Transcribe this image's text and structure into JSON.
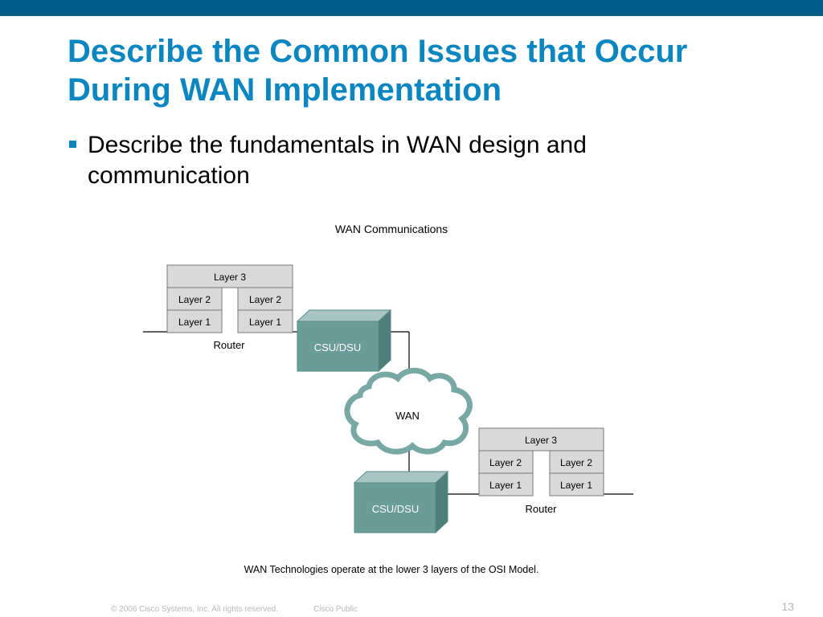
{
  "slide": {
    "title_line1": "Describe the Common Issues that Occur",
    "title_line2": "During WAN Implementation",
    "bullet_1_line1": "Describe the fundamentals in WAN design and",
    "bullet_1_line2": "communication"
  },
  "diagram": {
    "heading": "WAN Communications",
    "router_top": {
      "layer3": "Layer 3",
      "layer2_left": "Layer 2",
      "layer2_right": "Layer 2",
      "layer1_left": "Layer 1",
      "layer1_right": "Layer 1",
      "label": "Router"
    },
    "router_bottom": {
      "layer3": "Layer 3",
      "layer2_left": "Layer 2",
      "layer2_right": "Layer 2",
      "layer1_left": "Layer 1",
      "layer1_right": "Layer 1",
      "label": "Router"
    },
    "csu_top": "CSU/DSU",
    "csu_bottom": "CSU/DSU",
    "cloud": "WAN",
    "caption": "WAN Technologies operate at the lower 3 layers of the OSI Model."
  },
  "footer": {
    "copyright": "© 2006 Cisco Systems, Inc. All rights reserved.",
    "classification": "Cisco Public",
    "page_number": "13"
  },
  "colors": {
    "header_bar": "#005d87",
    "title": "#0b86c0",
    "layer_box": "#d9d9d9",
    "csu_front": "#6a9c98",
    "cloud_stroke": "#78a8a4"
  }
}
